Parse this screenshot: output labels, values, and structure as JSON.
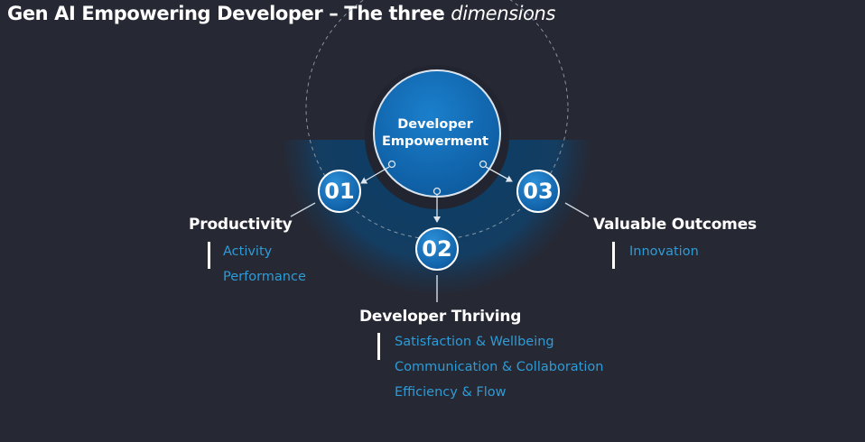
{
  "title": {
    "main": "Gen AI Empowering Developer – The three",
    "emphasis": "dimensions"
  },
  "center": {
    "line1": "Developer",
    "line2": "Empowerment"
  },
  "dimensions": [
    {
      "number": "01",
      "title": "Productivity",
      "items": [
        "Activity",
        "Performance"
      ]
    },
    {
      "number": "02",
      "title": "Developer Thriving",
      "items": [
        "Satisfaction & Wellbeing",
        "Communication & Collaboration",
        "Efficiency & Flow"
      ]
    },
    {
      "number": "03",
      "title": "Valuable Outcomes",
      "items": [
        "Innovation"
      ]
    }
  ],
  "colors": {
    "background": "#262833",
    "accent": "#2e9bd6",
    "circle": "#1267b0",
    "text": "#ffffff"
  }
}
